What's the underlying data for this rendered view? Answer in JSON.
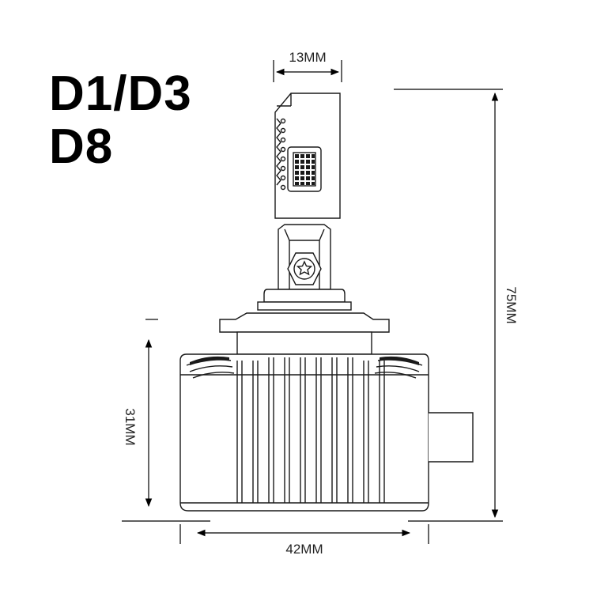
{
  "title": {
    "line1": "D1/D3",
    "line2": "D8"
  },
  "dimensions": {
    "width_top": "13MM",
    "height_total": "75MM",
    "height_body": "31MM",
    "width_body": "42MM"
  },
  "colors": {
    "line": "#1a1a1a",
    "arrow": "#000000"
  }
}
